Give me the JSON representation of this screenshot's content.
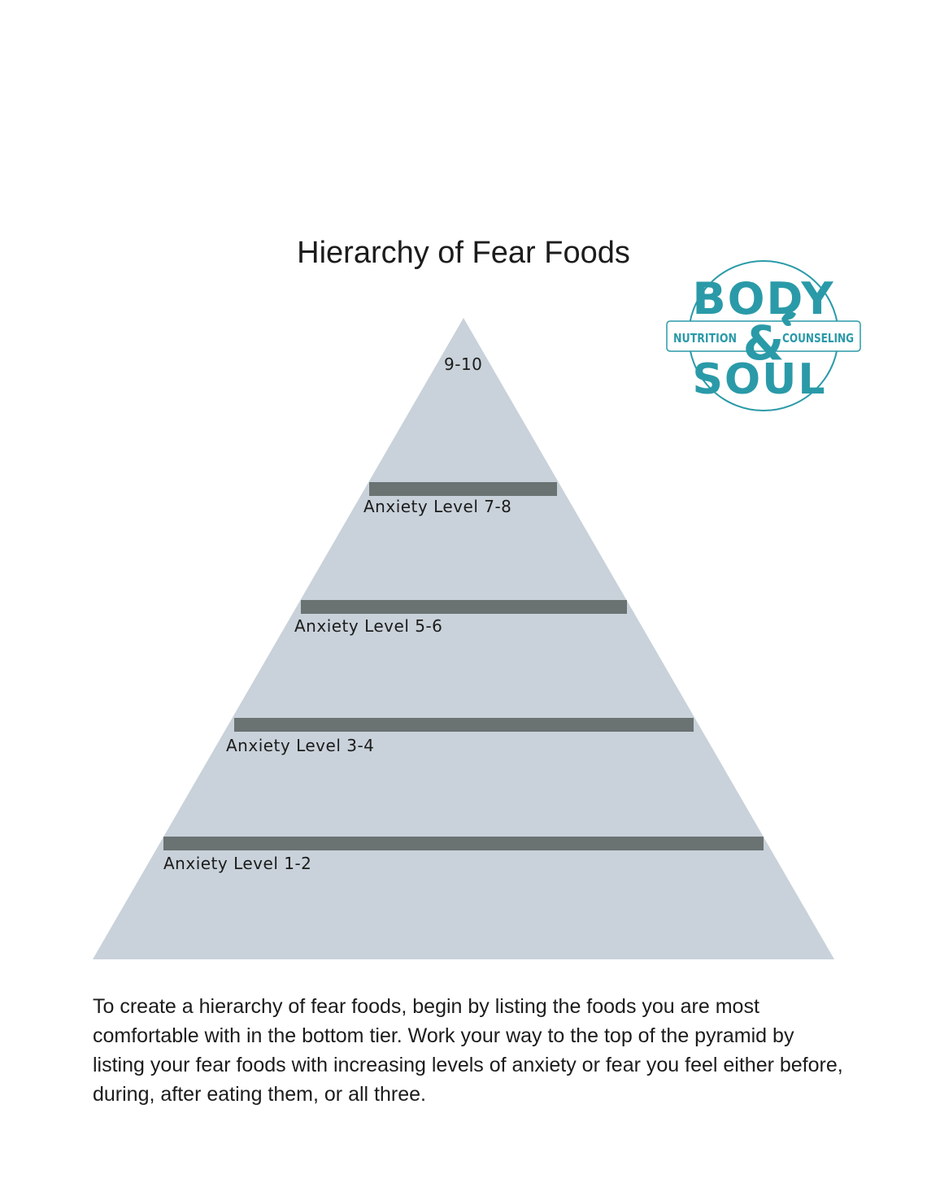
{
  "title": "Hierarchy of Fear Foods",
  "pyramid": {
    "fill_color": "#c9d2da",
    "bar_color": "#6a7272",
    "tiers": [
      {
        "label": "9-10"
      },
      {
        "label": "Anxiety Level 7-8"
      },
      {
        "label": "Anxiety Level 5-6"
      },
      {
        "label": "Anxiety Level 3-4"
      },
      {
        "label": "Anxiety Level 1-2"
      }
    ]
  },
  "description": "To create a hierarchy of fear foods, begin by listing the foods you are most comfortable with in the bottom tier. Work your way to the top of the pyramid by listing your fear foods with increasing levels of anxiety or fear you feel either before, during, after eating them, or all three.",
  "logo": {
    "color": "#2a9aa8",
    "word_top": "BODY",
    "ampersand": "&",
    "left_text": "NUTRITION",
    "right_text": "COUNSELING",
    "word_bottom": "SOUL"
  }
}
